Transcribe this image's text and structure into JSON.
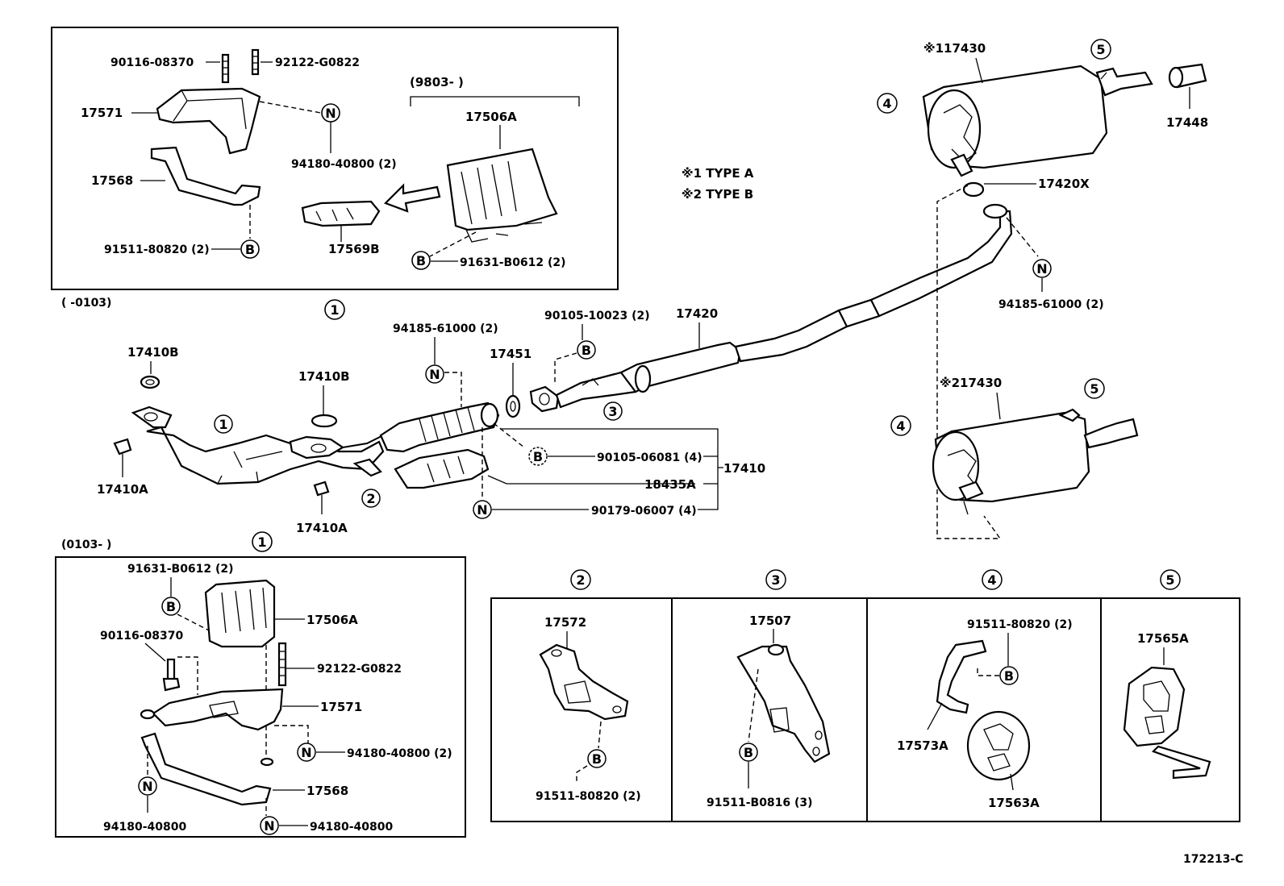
{
  "diagram_id": "172213-C",
  "notes": {
    "type_a": "※1  TYPE  A",
    "type_b": "※2  TYPE  B"
  },
  "circle_marks": {
    "one": "1",
    "two": "2",
    "three": "3",
    "four": "4",
    "five": "5",
    "b": "B",
    "n": "N"
  },
  "inset_top": {
    "range": "(     -0103)",
    "sub_range": "(9803-        )",
    "parts": {
      "bolt": "90116-08370",
      "stud": "92122-G0822",
      "bracket_upper": "17571",
      "nut": "94180-40800 (2)",
      "bracket_lower": "17568",
      "bolt_b": "91511-80820 (2)",
      "insulator": "17506A",
      "insulator_small": "17569B",
      "bolt_b2": "91631-B0612 (2)"
    }
  },
  "main": {
    "gasket_upper_a": "17410B",
    "gasket_upper_b": "17410B",
    "gasket_lower_a": "17410A",
    "gasket_lower_b": "17410A",
    "nut_front": "94185-61000 (2)",
    "gasket_center": "17451",
    "bolt_center": "90105-10023 (2)",
    "center_pipe": "17420",
    "bolt_converter": "90105-06081 (4)",
    "assy": "17410",
    "heat_insulator": "18435A",
    "nut_converter": "90179-06007 (4)",
    "muffler_a": "※117430",
    "muffler_b": "※217430",
    "tail_tip": "17448",
    "gasket_rear": "17420X",
    "nut_rear": "94185-61000 (2)"
  },
  "inset_bottom": {
    "range": "(0103-        )",
    "parts": {
      "bolt_b": "91631-B0612 (2)",
      "insulator": "17506A",
      "bolt": "90116-08370",
      "stud": "92122-G0822",
      "bracket_upper": "17571",
      "nut_a": "94180-40800 (2)",
      "bracket_lower": "17568",
      "nut_b": "94180-40800",
      "nut_c": "94180-40800"
    }
  },
  "details": {
    "d2": {
      "part": "17572",
      "bolt": "91511-80820 (2)"
    },
    "d3": {
      "part": "17507",
      "bolt": "91511-B0816 (3)"
    },
    "d4": {
      "bolt": "91511-80820 (2)",
      "hanger": "17573A",
      "cushion": "17563A"
    },
    "d5": {
      "part": "17565A"
    }
  }
}
